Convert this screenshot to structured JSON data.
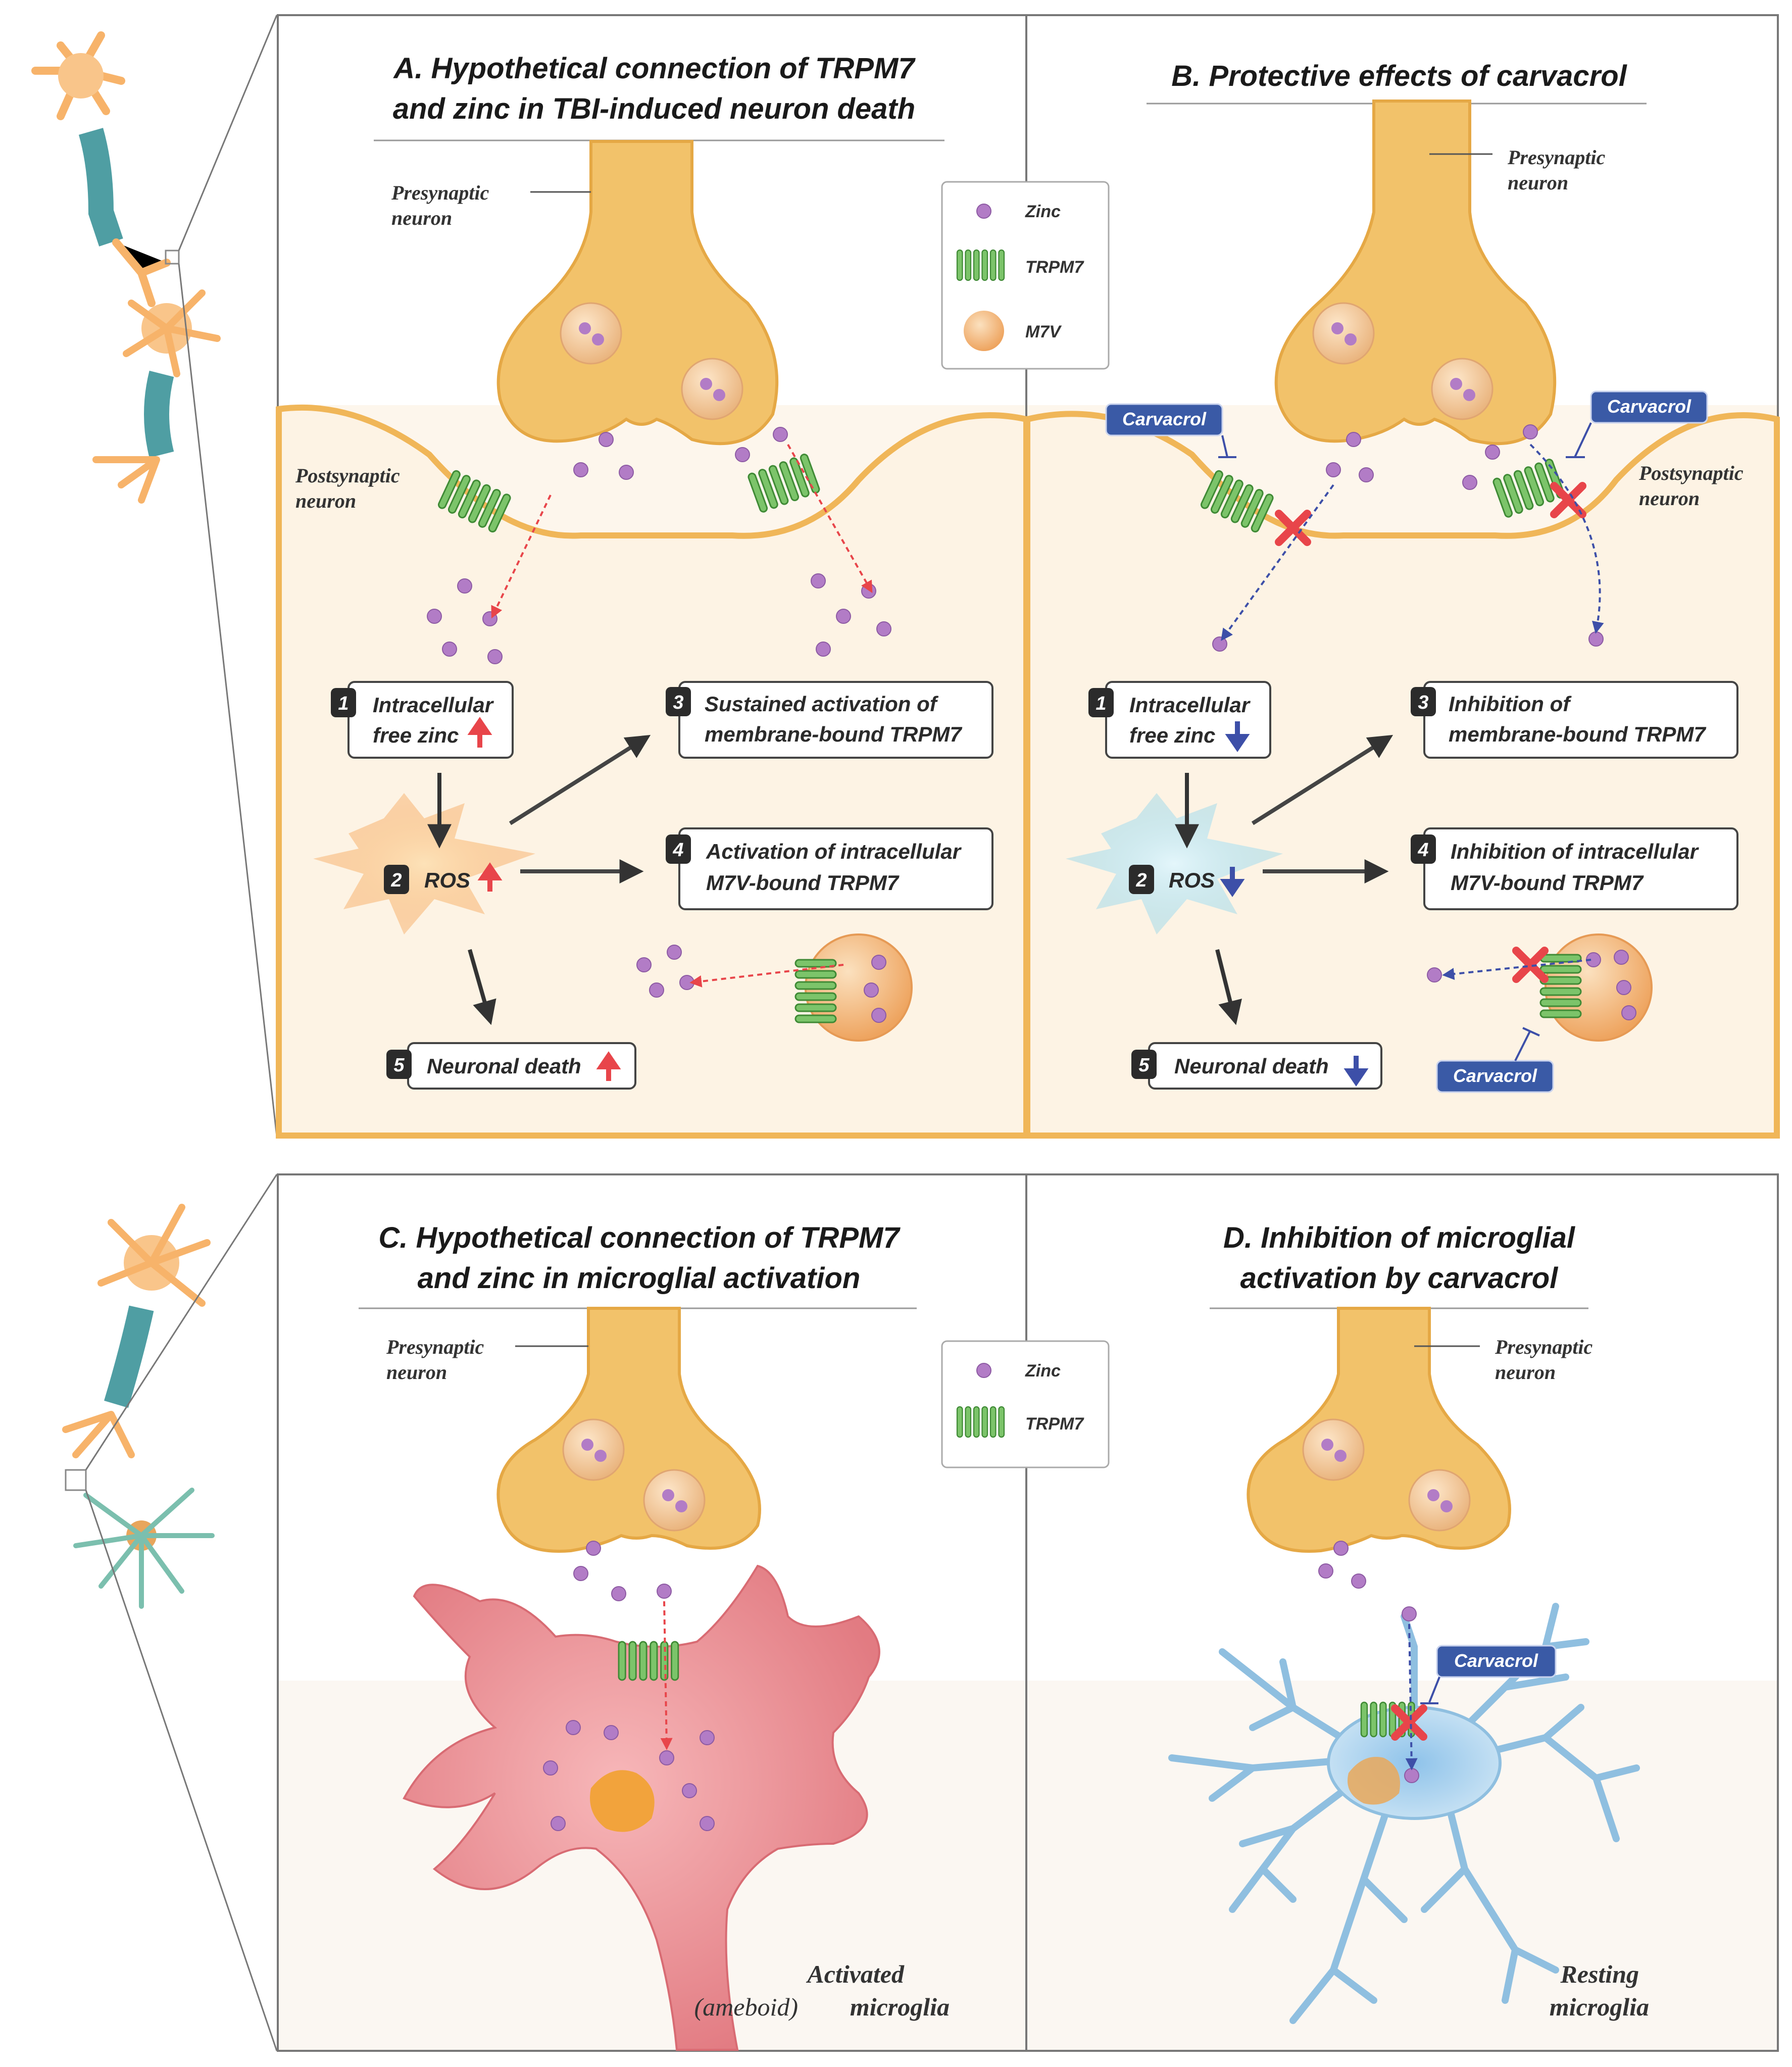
{
  "panels": {
    "a": {
      "title_line1": "A. Hypothetical connection of TRPM7",
      "title_line2": "and zinc in TBI-induced neuron death"
    },
    "b": {
      "title_line1": "B. Protective effects of carvacrol"
    },
    "c": {
      "title_line1": "C. Hypothetical connection of TRPM7",
      "title_line2": "and zinc in microglial activation"
    },
    "d": {
      "title_line1": "D. Inhibition of microglial",
      "title_line2": "activation by carvacrol"
    }
  },
  "labels": {
    "presynaptic_line1": "Presynaptic",
    "presynaptic_line2": "neuron",
    "postsynaptic_line1": "Postsynaptic",
    "postsynaptic_line2": "neuron",
    "activated_line1": "Activated",
    "activated_line2_a": "(ameboid)",
    "activated_line2_b": "microglia",
    "resting_line1": "Resting",
    "resting_line2": "microglia",
    "carvacrol": "Carvacrol"
  },
  "legend_top": {
    "zinc": "Zinc",
    "trpm7": "TRPM7",
    "m7v": "M7V"
  },
  "legend_bottom": {
    "zinc": "Zinc",
    "trpm7": "TRPM7"
  },
  "steps_a": {
    "s1_num": "1",
    "s1_line1": "Intracellular",
    "s1_line2": "free zinc",
    "s2_num": "2",
    "s2_text": "ROS",
    "s3_num": "3",
    "s3_line1": "Sustained activation of",
    "s3_line2": "membrane-bound TRPM7",
    "s4_num": "4",
    "s4_line1": "Activation of intracellular",
    "s4_line2": "M7V-bound TRPM7",
    "s5_num": "5",
    "s5_text": "Neuronal death"
  },
  "steps_b": {
    "s1_num": "1",
    "s1_line1": "Intracellular",
    "s1_line2": "free zinc",
    "s2_num": "2",
    "s2_text": "ROS",
    "s3_num": "3",
    "s3_line1": "Inhibition of",
    "s3_line2": "membrane-bound TRPM7",
    "s4_num": "4",
    "s4_line1": "Inhibition of intracellular",
    "s4_line2": "M7V-bound TRPM7",
    "s5_num": "5",
    "s5_text": "Neuronal death"
  },
  "colors": {
    "panel_bg": "#fdf6ec",
    "presynaptic_fill": "#f2c26a",
    "zinc": "#b27cc6",
    "trpm7": "#7cc46a",
    "up_arrow": "#e8454a",
    "down_arrow": "#3d4fa8",
    "carvacrol_badge": "#3a5aa6",
    "activated_microglia": "#e78f93",
    "resting_microglia": "#a6cfe8",
    "ros_up": "#f6a55a",
    "ros_down": "#8fd2e6"
  }
}
